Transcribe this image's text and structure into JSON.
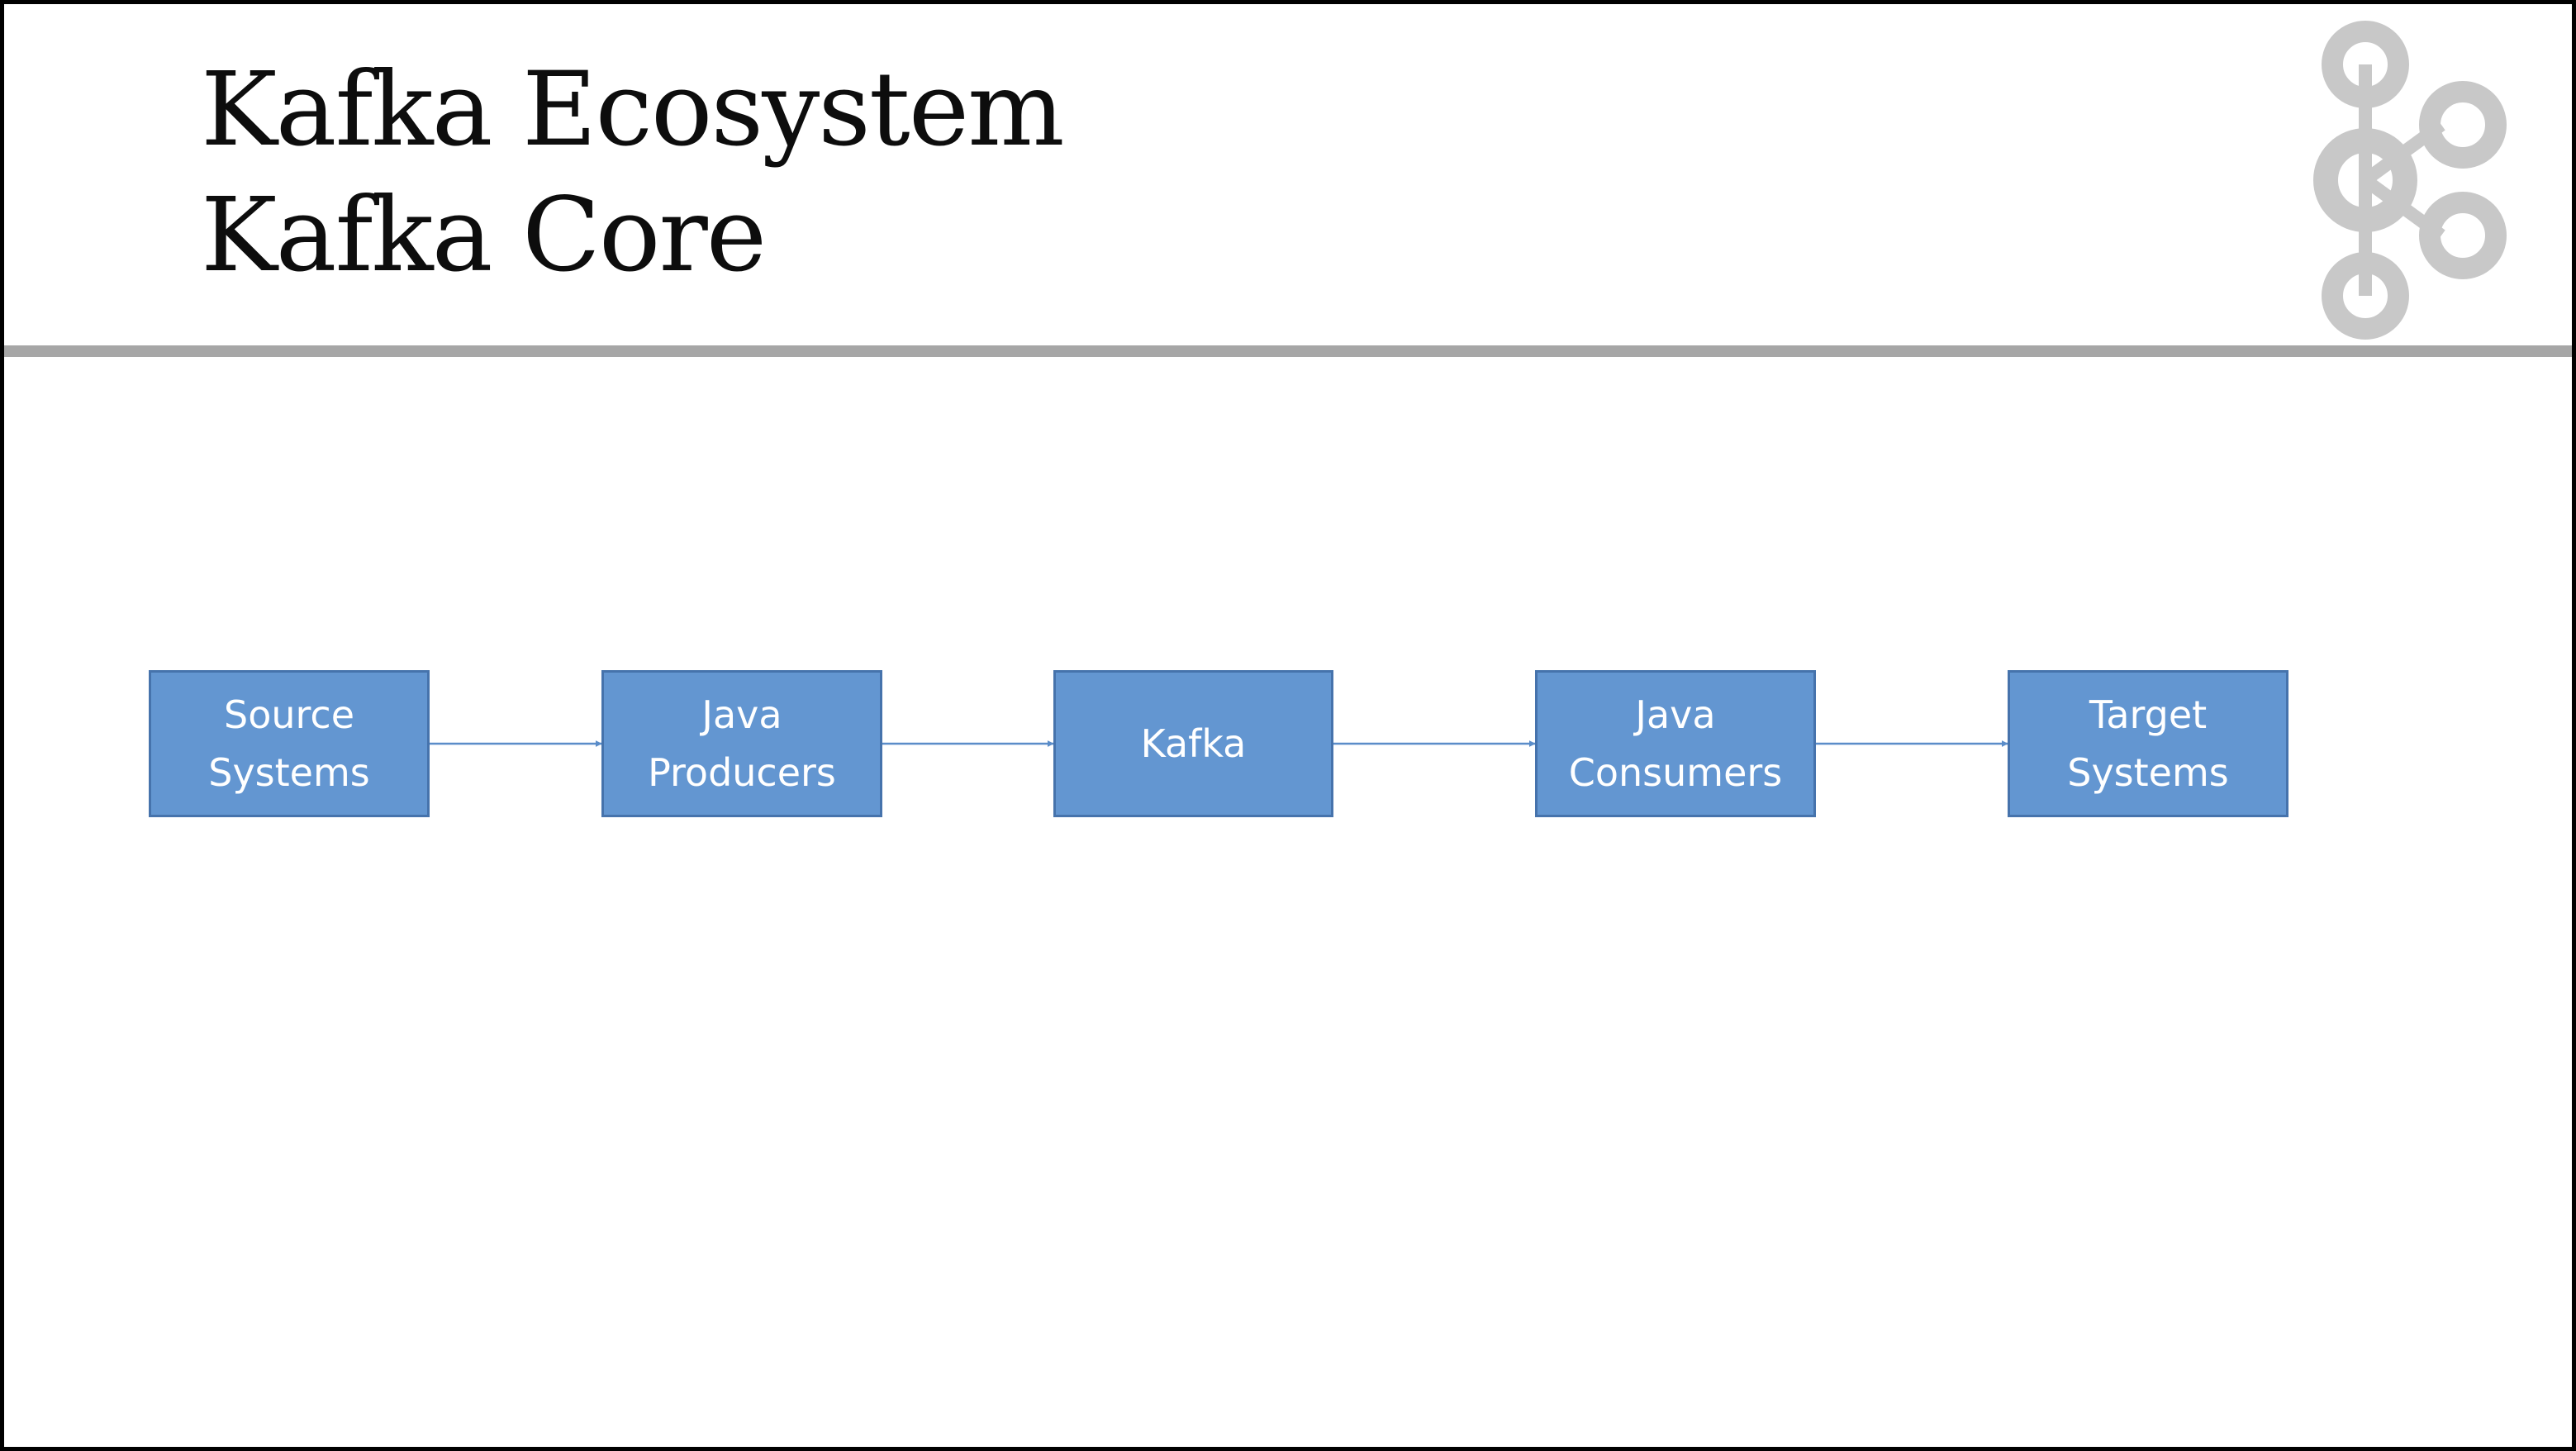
{
  "slide": {
    "title_line1": "Kafka Ecosystem",
    "title_line2": "Kafka Core",
    "logo_icon": "kafka-logo-icon"
  },
  "diagram": {
    "nodes": [
      {
        "id": "source",
        "line1": "Source",
        "line2": "Systems"
      },
      {
        "id": "producers",
        "line1": "Java",
        "line2": "Producers"
      },
      {
        "id": "kafka",
        "line1": "Kafka",
        "line2": ""
      },
      {
        "id": "consumers",
        "line1": "Java",
        "line2": "Consumers"
      },
      {
        "id": "target",
        "line1": "Target",
        "line2": "Systems"
      }
    ],
    "edges": [
      {
        "from": "source",
        "to": "producers"
      },
      {
        "from": "producers",
        "to": "kafka"
      },
      {
        "from": "kafka",
        "to": "consumers"
      },
      {
        "from": "consumers",
        "to": "target"
      }
    ]
  },
  "colors": {
    "box_fill": "#6396d1",
    "box_border": "#4673ac",
    "arrow": "#5b8dc9",
    "rule": "#a6a6a6",
    "logo": "#c8c8c8"
  }
}
